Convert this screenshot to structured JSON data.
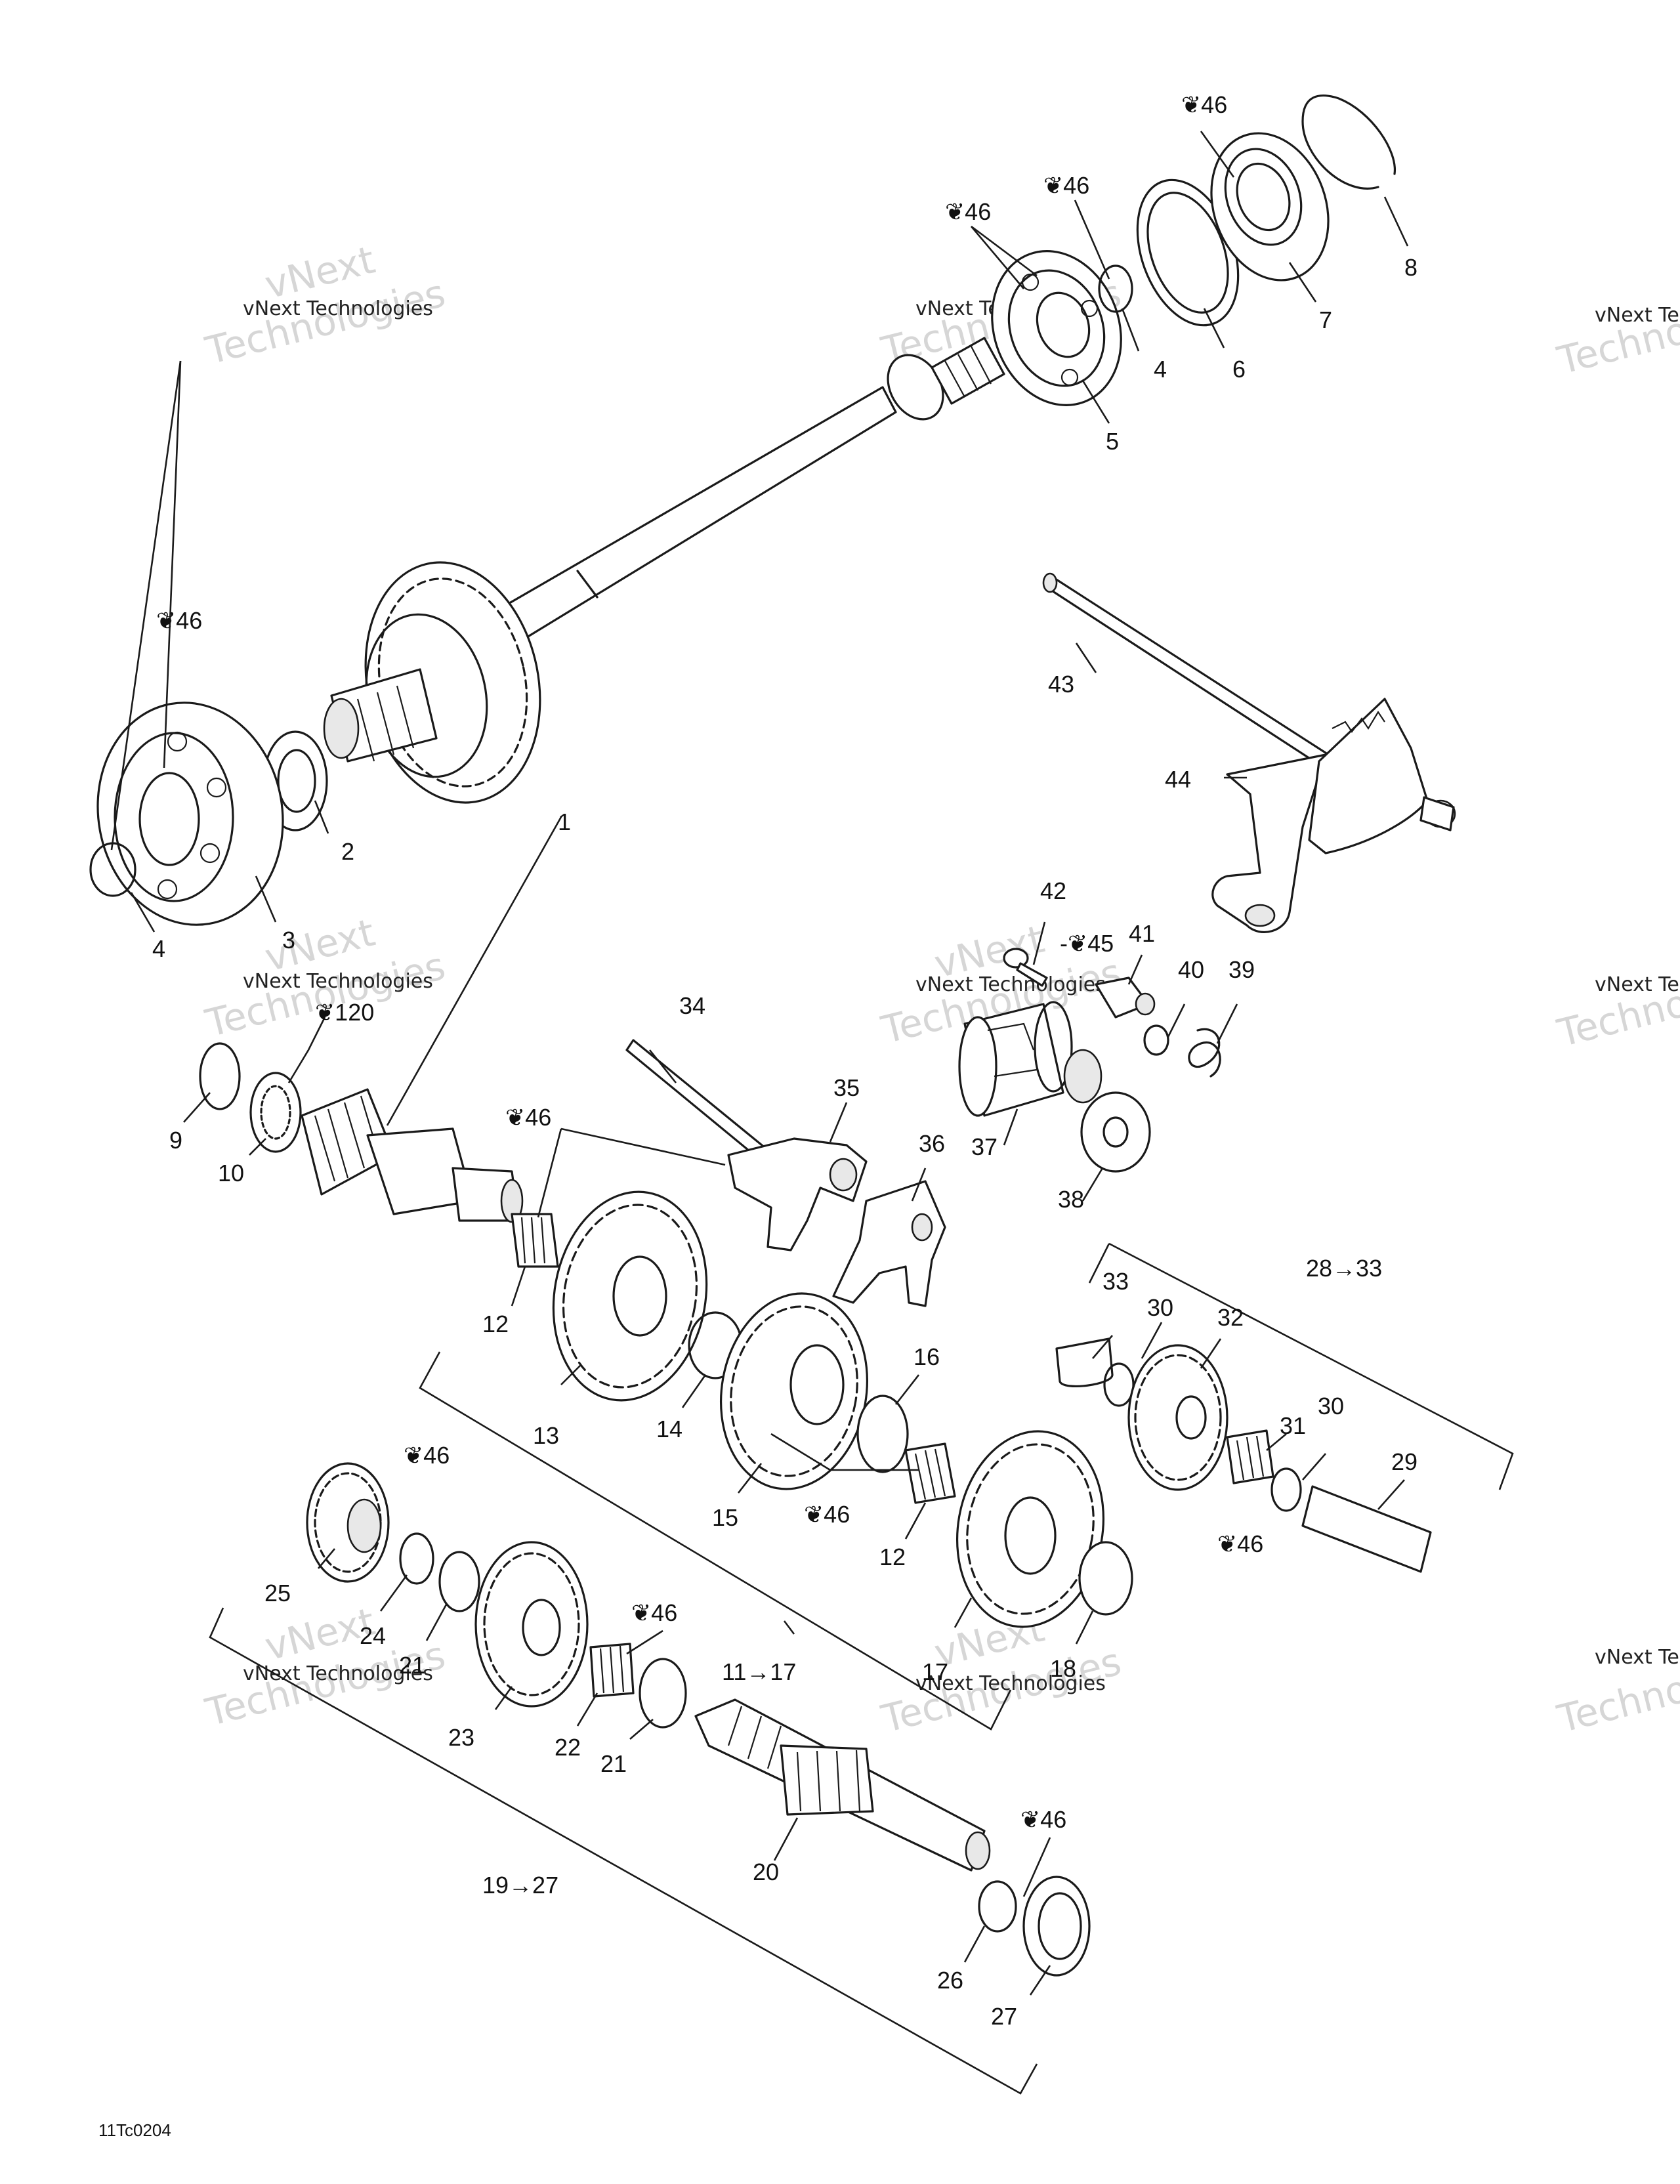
{
  "figure_code": "11Tc0204",
  "watermark": {
    "line1": "vNext",
    "line2": "vNext Technologies",
    "line3": "Technologies"
  },
  "lube_symbol_text": "46",
  "lube_symbol_text_alt": "120",
  "lube_symbol_text_45": "45",
  "parts": {
    "p1": "1",
    "p2": "2",
    "p3": "3",
    "p4a": "4",
    "p4b": "4",
    "p5": "5",
    "p6": "6",
    "p7": "7",
    "p8": "8",
    "p9": "9",
    "p10": "10",
    "p12a": "12",
    "p12b": "12",
    "p13": "13",
    "p14": "14",
    "p15": "15",
    "p16": "16",
    "p17": "17",
    "p18": "18",
    "p20": "20",
    "p21a": "21",
    "p21b": "21",
    "p22": "22",
    "p23": "23",
    "p24": "24",
    "p25": "25",
    "p26": "26",
    "p27": "27",
    "p29": "29",
    "p30a": "30",
    "p30b": "30",
    "p31": "31",
    "p32": "32",
    "p33": "33",
    "p34": "34",
    "p35": "35",
    "p36": "36",
    "p37": "37",
    "p38": "38",
    "p39": "39",
    "p40": "40",
    "p41": "41",
    "p42": "42",
    "p43": "43",
    "p44": "44"
  },
  "groups": {
    "g11_17": "11→17",
    "g19_27": "19→27",
    "g28_33": "28→33"
  }
}
